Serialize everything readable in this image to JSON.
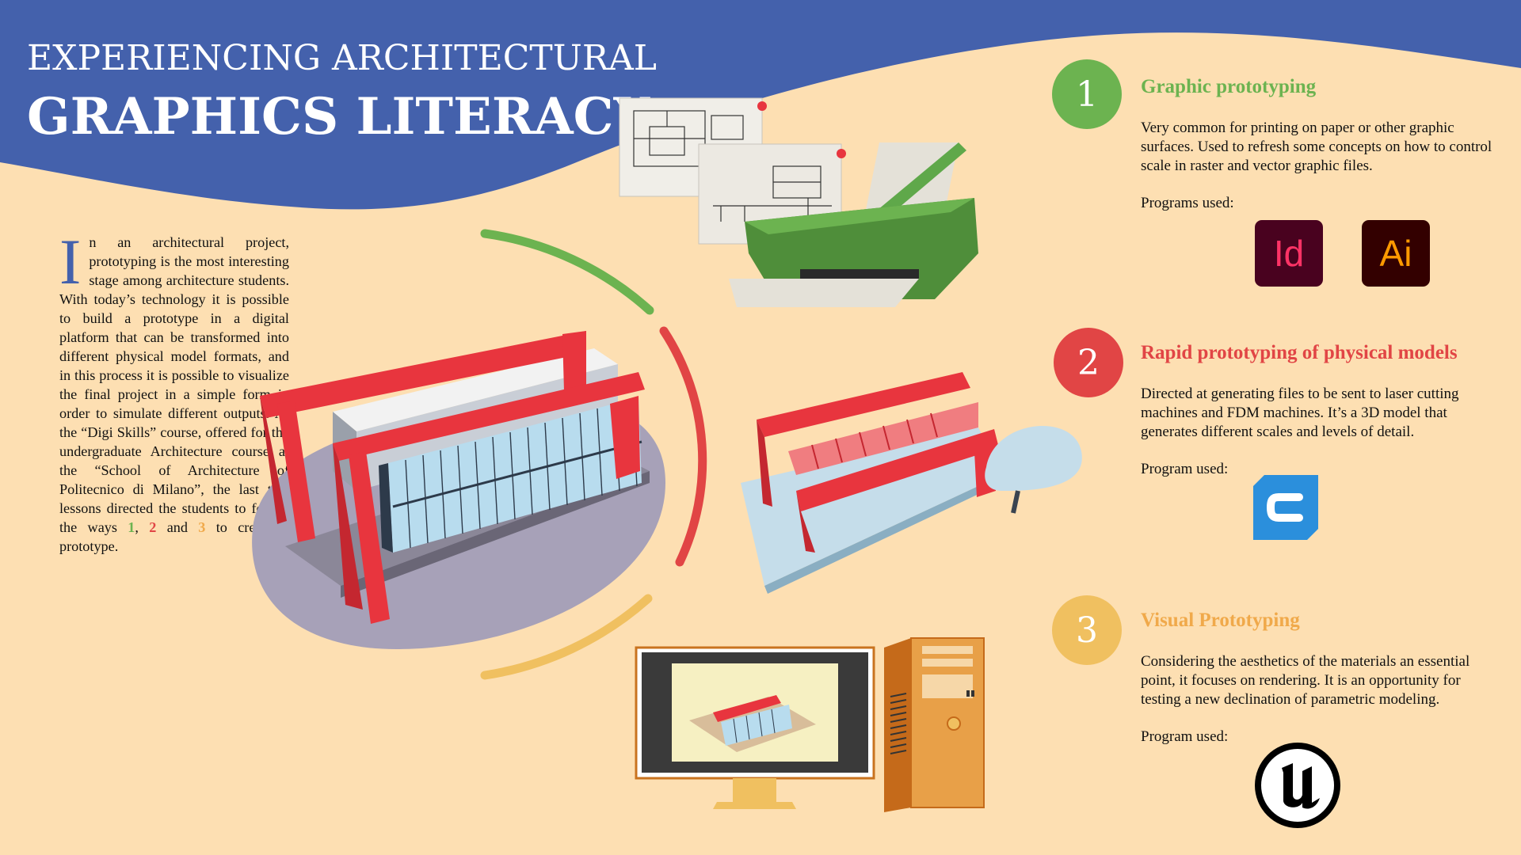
{
  "title": {
    "line1": "EXPERIENCING ARCHITECTURAL",
    "line2": "GRAPHICS LITERACY"
  },
  "intro": {
    "dropcap": "I",
    "text_before": "n an architectural project, prototyping is the most interesting stage among architecture students. With today’s technology it is possible to build a prototype in a digital platform that can be transformed into different physical model formats, and in this process it is possible to visualize the final project in a simple form in order to simulate different outputs. At the “Digi Skills” course, offered for the undergraduate Architecture course at the “School of Architecture of Politecnico di Milano”, the last two lessons directed the students to follow the ways ",
    "n1": "1",
    "sep1": ", ",
    "n2": "2",
    "sep2": " and ",
    "n3": "3",
    "text_after": " to create a prototype."
  },
  "sections": [
    {
      "number": "1",
      "title": "Graphic prototyping",
      "text": "Very common for printing on paper or other graphic surfaces. Used to refresh some concepts on how to control scale in raster and vector graphic files.",
      "programs_label": "Programs used:",
      "programs": [
        "Id",
        "Ai"
      ]
    },
    {
      "number": "2",
      "title": "Rapid prototyping of physical models",
      "text": "Directed at generating files to be sent to laser cutting machines and FDM machines. It’s a 3D model that generates different scales and levels of detail.",
      "programs_label": "Program used:"
    },
    {
      "number": "3",
      "title": "Visual Prototyping",
      "text": "Considering the aesthetics of the materials an essential point, it focuses on rendering. It is an opportunity for testing a new declination of parametric modeling.",
      "programs_label": "Program used:"
    }
  ],
  "colors": {
    "background": "#fddfb2",
    "header_blue": "#4461ac",
    "green": "#6cb350",
    "red": "#e14545",
    "yellow": "#f0c060",
    "indesign_bg": "#49021f",
    "indesign_fg": "#ff3366",
    "illustrator_bg": "#330000",
    "illustrator_fg": "#ff9a00",
    "cura_blue": "#2b8fdc"
  },
  "icons": {
    "indesign": "indesign-icon",
    "illustrator": "illustrator-icon",
    "cura": "cura-icon",
    "unreal": "unreal-engine-icon"
  }
}
